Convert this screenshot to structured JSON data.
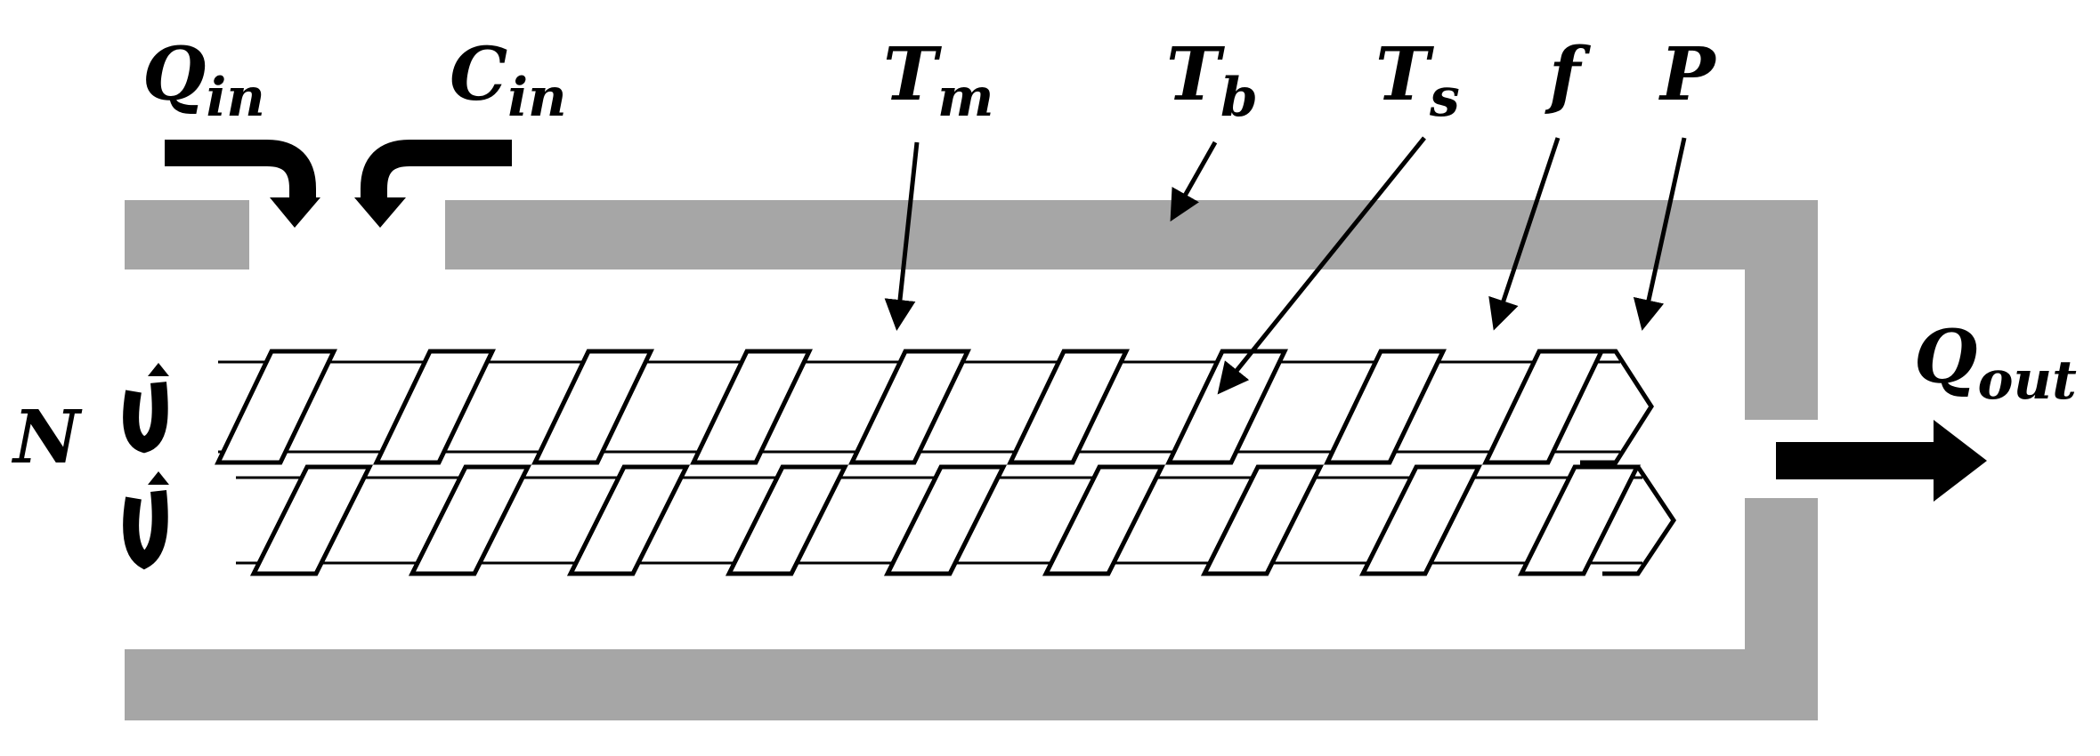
{
  "labels": {
    "q_in": {
      "main": "Q",
      "sub": "in"
    },
    "c_in": {
      "main": "C",
      "sub": "in"
    },
    "t_m": {
      "main": "T",
      "sub": "m"
    },
    "t_b": {
      "main": "T",
      "sub": "b"
    },
    "t_s": {
      "main": "T",
      "sub": "s"
    },
    "f": {
      "main": "f",
      "sub": ""
    },
    "p": {
      "main": "P",
      "sub": ""
    },
    "q_out": {
      "main": "Q",
      "sub": "out"
    },
    "n": {
      "main": "N",
      "sub": ""
    }
  },
  "colors": {
    "barrel": "#a6a6a6",
    "ink": "#000000",
    "screw_fill": "#ffffff"
  }
}
